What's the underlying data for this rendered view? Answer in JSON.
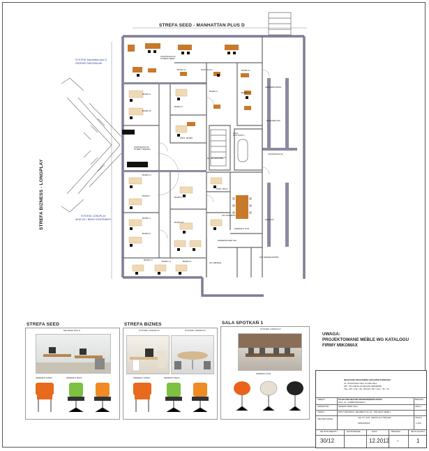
{
  "zones": {
    "seed": "STREFA SEED - MANHATTAN PLUS D",
    "biznes": "STREFA BIZNESS - LONGPLAY",
    "system_seed": "SYSTEM: Manhattan plus D",
    "system_seed_sub": "DRZEWO NATURALNE",
    "system_longplay": "SYSTEM: LONGPLAY",
    "system_longplay_sub": "AKACJA + BIAŁE KONTENERY"
  },
  "rooms": {
    "komunikacja_strefa": "KOMUNIKACJA STREFA SEED",
    "biuro_a": "BIURO A",
    "biuro_b": "BIURO B",
    "biuro_c": "BIURO C",
    "biuro_d": "BIURO D",
    "biuro_e": "BIURO E",
    "biuro_f": "BIURO F",
    "biuro_g": "BIURO G",
    "biuro_h": "BIURO H",
    "biuro_i": "BIURO I",
    "biuro_j": "BIURO J",
    "biuro_k": "BIURO K",
    "biuro_l": "BIURO L",
    "biuro_m": "BIURO M",
    "biuro_n": "BIURO N",
    "biuro_o": "BIURO O",
    "biuro_p": "BIURO P",
    "info_biuro": "INFO. BIURO",
    "sala_spotkan": "SALA SPOTKAŃ 1",
    "kom_biznes": "KOMUNIKACJA STREFY BIZNES",
    "pom_socj": "POM. SOCJ.",
    "pom_tech": "POM. TECH.",
    "serwerownia": "SERWEROWNIA",
    "rozdzielnia": "ROZDZIELNIA",
    "komunikacja": "KOMUNIKACJA",
    "wc_damskie": "WC DAMSKIE",
    "wc_meskie": "WC MĘSKIE",
    "wc_niepeln": "WC NIEPEŁNOSPR.",
    "przedsionek": "PRZEDSIONEK WC",
    "kl_schodowa": "KL. SCHODOWA",
    "sala_fun": "KRZESŁO FUN",
    "szatnia": "SZATNIA"
  },
  "catalog": {
    "seed_title": "STREFA SEED",
    "seed_caption": "Manhattan Plus D",
    "seed_chair1": "KRZESŁO KOMO",
    "seed_chair2": "KRZESŁO RAYA",
    "biznes_title": "STREFA BIZNES",
    "biznes_system1": "SYSTEM: LONGPLAY",
    "biznes_system2": "SYSTEM: LONGPLAY",
    "biznes_chair1": "KRZESŁO KOMO",
    "biznes_chair2": "KRZESŁO RAYA",
    "sala_title": "SALA SPOTKAŃ 1",
    "sala_system": "SYSTEM: LONGPLAY",
    "sala_chair": "KRZESŁO FUN"
  },
  "note": {
    "line1": "UWAGA:",
    "line2": "PROJEKTOWANE MEBLE WG KATALOGU",
    "line3": "FIRMY MIKOMAX"
  },
  "title_block": {
    "firm_line": "WŁOTASIK PRACOWNIA ARCHITEKTONICZNA",
    "firm_addr1": "UL. BYDGOSKA 18/4, 64-920 PIŁA",
    "firm_addr2": "NIP: 764-138-52-10 REGON 300096452",
    "firm_addr3": "TEL. 067 / 212 - 80 - 80 FAX: 067 / 212 - 35 - 76",
    "obiekt_label": "OBIEKT",
    "obiekt_value": "PILSKI INKUBATOR PRZEDSIĘBIORCZOŚCI",
    "obiekt_sub": "PIŁA, UL. DĄBROWSKIEGO",
    "branza_label": "BRANŻA",
    "branza_value": "ARCH.",
    "inwestor_label": "INWESTOR",
    "inwestor_value": "INWEST PARK PIŁA",
    "temat_label": "TEMAT",
    "temat_value": "RZUT PARTERU, SEGMENT A1-A3 - PROJEKT MEBLI",
    "projektowal_label": "PROJEKTOWAŁ",
    "projektowal_value": "mgr inż. arch. Włodzimierz Włotasik",
    "sprawdzil_label": "SPRAWDZIŁ",
    "skala_label": "SKALA",
    "skala_value": "1:100",
    "nr_label": "NR DOKUMENTU",
    "etap_label": "ETAPOWANIE",
    "data_label": "DATA",
    "rewizja_label": "REWIZJA",
    "arkusz_label": "NR RYSUNKU",
    "nr_value": "30/12",
    "data_value": "12.2012",
    "rewizja_value": "-",
    "arkusz_value": "1"
  },
  "colors": {
    "wall": "#8a8aa0",
    "wood": "#c77a2a",
    "desk_light": "#f0d9b5",
    "accent_blue": "#2b3f9a"
  }
}
